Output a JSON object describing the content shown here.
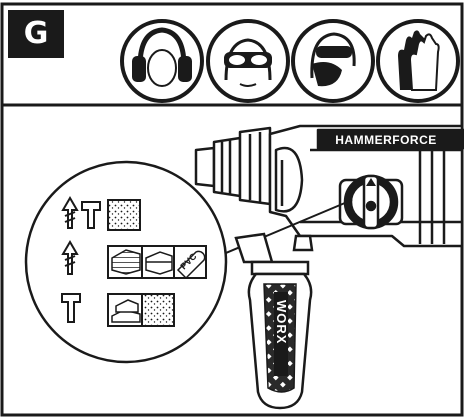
{
  "step_label": "G",
  "safety_icons": [
    {
      "name": "ear-protection-icon"
    },
    {
      "name": "eye-protection-icon"
    },
    {
      "name": "dust-mask-icon"
    },
    {
      "name": "gloves-icon"
    }
  ],
  "tool": {
    "brand_label": "HAMMERFORCE",
    "handle_label": "WORX"
  },
  "modes": [
    {
      "name": "hammer-drill-mode",
      "materials": [
        "concrete"
      ]
    },
    {
      "name": "drill-mode",
      "materials": [
        "wood",
        "metal",
        "pvc"
      ]
    },
    {
      "name": "chisel-mode",
      "materials": [
        "brick",
        "concrete"
      ]
    }
  ],
  "material_labels": {
    "pvc": "PVC"
  },
  "colors": {
    "ink": "#1a1a1a",
    "paper": "#ffffff",
    "hatch": "#9a9a9a"
  }
}
